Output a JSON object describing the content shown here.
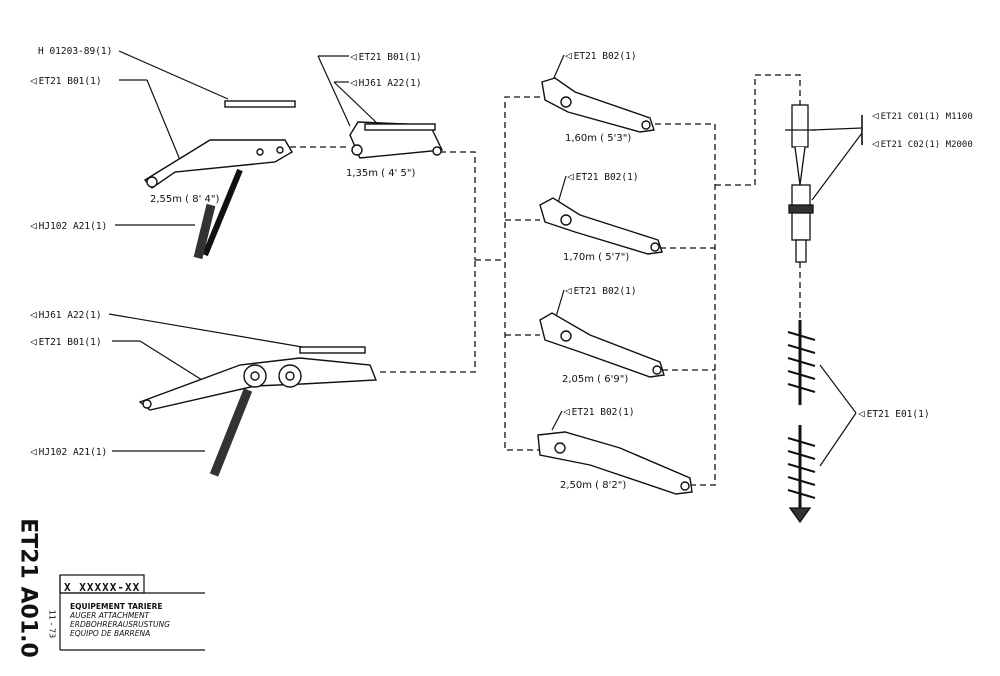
{
  "labels": {
    "h01203": "H 01203-89(1)",
    "et21_b01_top": "ET21 B01(1)",
    "et21_b01_mid": "ET21 B01(1)",
    "hj61_a22_top": "HJ61 A22(1)",
    "hj102_a21_top": "HJ102 A21(1)",
    "hj61_a22_low": "HJ61 A22(1)",
    "et21_b01_low": "ET21 B01(1)",
    "hj102_a21_low": "HJ102 A21(1)",
    "et21_b02_1": "ET21 B02(1)",
    "et21_b02_2": "ET21 B02(1)",
    "et21_b02_3": "ET21 B02(1)",
    "et21_b02_4": "ET21 B02(1)",
    "et21_c01": "ET21 C01(1) M1100",
    "et21_c02": "ET21 C02(1) M2000",
    "et21_e01": "ET21 E01(1)"
  },
  "dimensions": {
    "boom_long": "2,55m ( 8' 4\")",
    "boom_short": "1,35m ( 4' 5\")",
    "arm_160": "1,60m ( 5'3\")",
    "arm_170": "1,70m ( 5'7\")",
    "arm_205": "2,05m ( 6'9\")",
    "arm_250": "2,50m ( 8'2\")"
  },
  "title_block": {
    "code": "ET21 A01.0",
    "part_number": "X XXXXX-XX",
    "date": "11 - 73",
    "lines": [
      "EQUIPEMENT TARIERE",
      "AUGER ATTACHMENT",
      "ERDBOHRERAUSRUSTUNG",
      "EQUIPO DE BARRENA"
    ]
  },
  "colors": {
    "ink": "#111111",
    "paper": "#ffffff"
  }
}
